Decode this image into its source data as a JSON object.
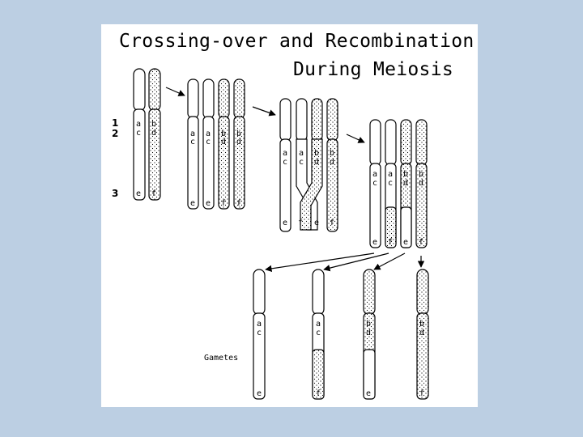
{
  "title": {
    "line1": "Crossing-over and Recombination",
    "line2": "During Meiosis"
  },
  "locus_numbers": [
    "1",
    "2",
    "3"
  ],
  "caption": "Gametes",
  "colors": {
    "background": "#bccfe3",
    "panel": "#ffffff",
    "ink": "#000000",
    "stipple": "#000000"
  },
  "stage1": [
    {
      "id": "s1-light",
      "alleles": [
        "a",
        "c",
        "e"
      ]
    },
    {
      "id": "s1-dark",
      "alleles": [
        "b",
        "d",
        "f"
      ]
    }
  ],
  "stage2": [
    {
      "alleles": [
        "a",
        "c",
        "e"
      ]
    },
    {
      "alleles": [
        "a",
        "c",
        "e"
      ]
    },
    {
      "alleles": [
        "b",
        "d",
        "f"
      ]
    },
    {
      "alleles": [
        "b",
        "d",
        "f"
      ]
    }
  ],
  "stage3": [
    {
      "alleles": [
        "a",
        "c",
        "e"
      ]
    },
    {
      "alleles": [
        "a",
        "c",
        "f"
      ]
    },
    {
      "alleles": [
        "b",
        "d",
        "e"
      ]
    },
    {
      "alleles": [
        "b",
        "d",
        "f"
      ]
    }
  ],
  "stage4": [
    {
      "alleles": [
        "a",
        "c",
        "e"
      ]
    },
    {
      "alleles": [
        "a",
        "c",
        "f"
      ]
    },
    {
      "alleles": [
        "b",
        "d",
        "e"
      ]
    },
    {
      "alleles": [
        "b",
        "d",
        "f"
      ]
    }
  ],
  "gametes": [
    {
      "alleles": [
        "a",
        "c",
        "e"
      ]
    },
    {
      "alleles": [
        "a",
        "c",
        "f"
      ]
    },
    {
      "alleles": [
        "b",
        "d",
        "e"
      ]
    },
    {
      "alleles": [
        "b",
        "d",
        "f"
      ]
    }
  ]
}
